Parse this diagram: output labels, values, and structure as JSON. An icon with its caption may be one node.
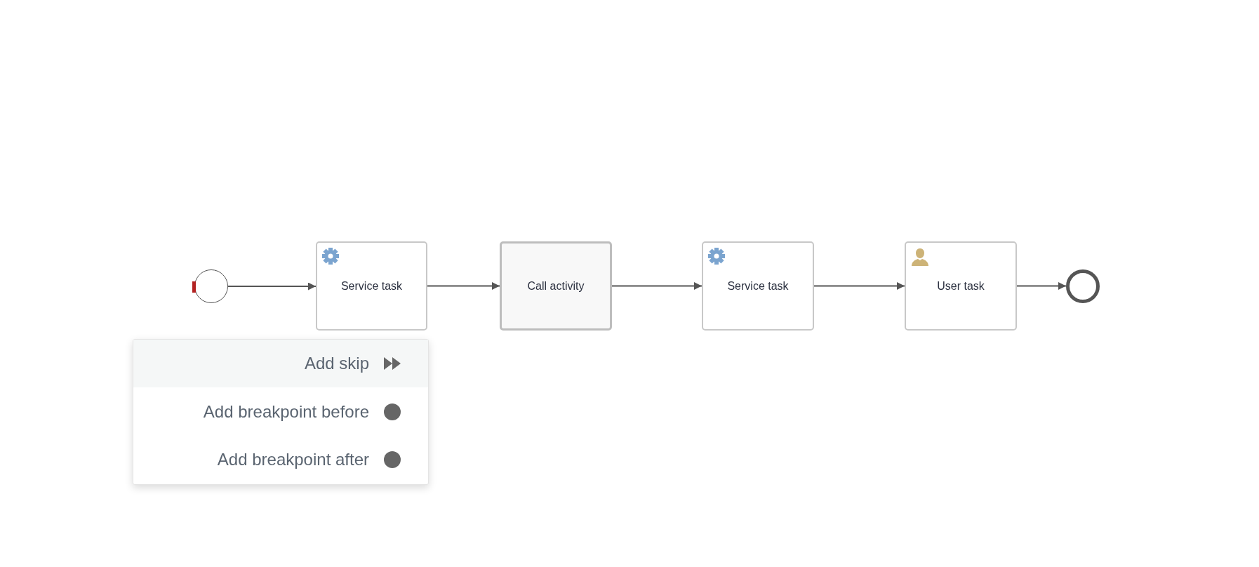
{
  "diagram": {
    "nodes": [
      {
        "text": [],
        "shape": "circle"
      },
      {
        "text": [
          "Service task"
        ]
      },
      {
        "text": [
          "Call activity"
        ]
      },
      {
        "text": [
          "Service task"
        ]
      },
      {
        "text": [
          "User task"
        ]
      },
      {
        "text": [],
        "shape": "circle"
      }
    ],
    "edges": [
      {
        "from": 0,
        "to": 1,
        "arrow": "to"
      },
      {
        "from": 1,
        "to": 2,
        "arrow": "to"
      },
      {
        "from": 2,
        "to": 3,
        "arrow": "to"
      },
      {
        "from": 3,
        "to": 4,
        "arrow": "to"
      },
      {
        "from": 4,
        "to": 5,
        "arrow": "to"
      }
    ],
    "labels": [
      "Add skip",
      "Add breakpoint before",
      "Add breakpoint after"
    ]
  }
}
